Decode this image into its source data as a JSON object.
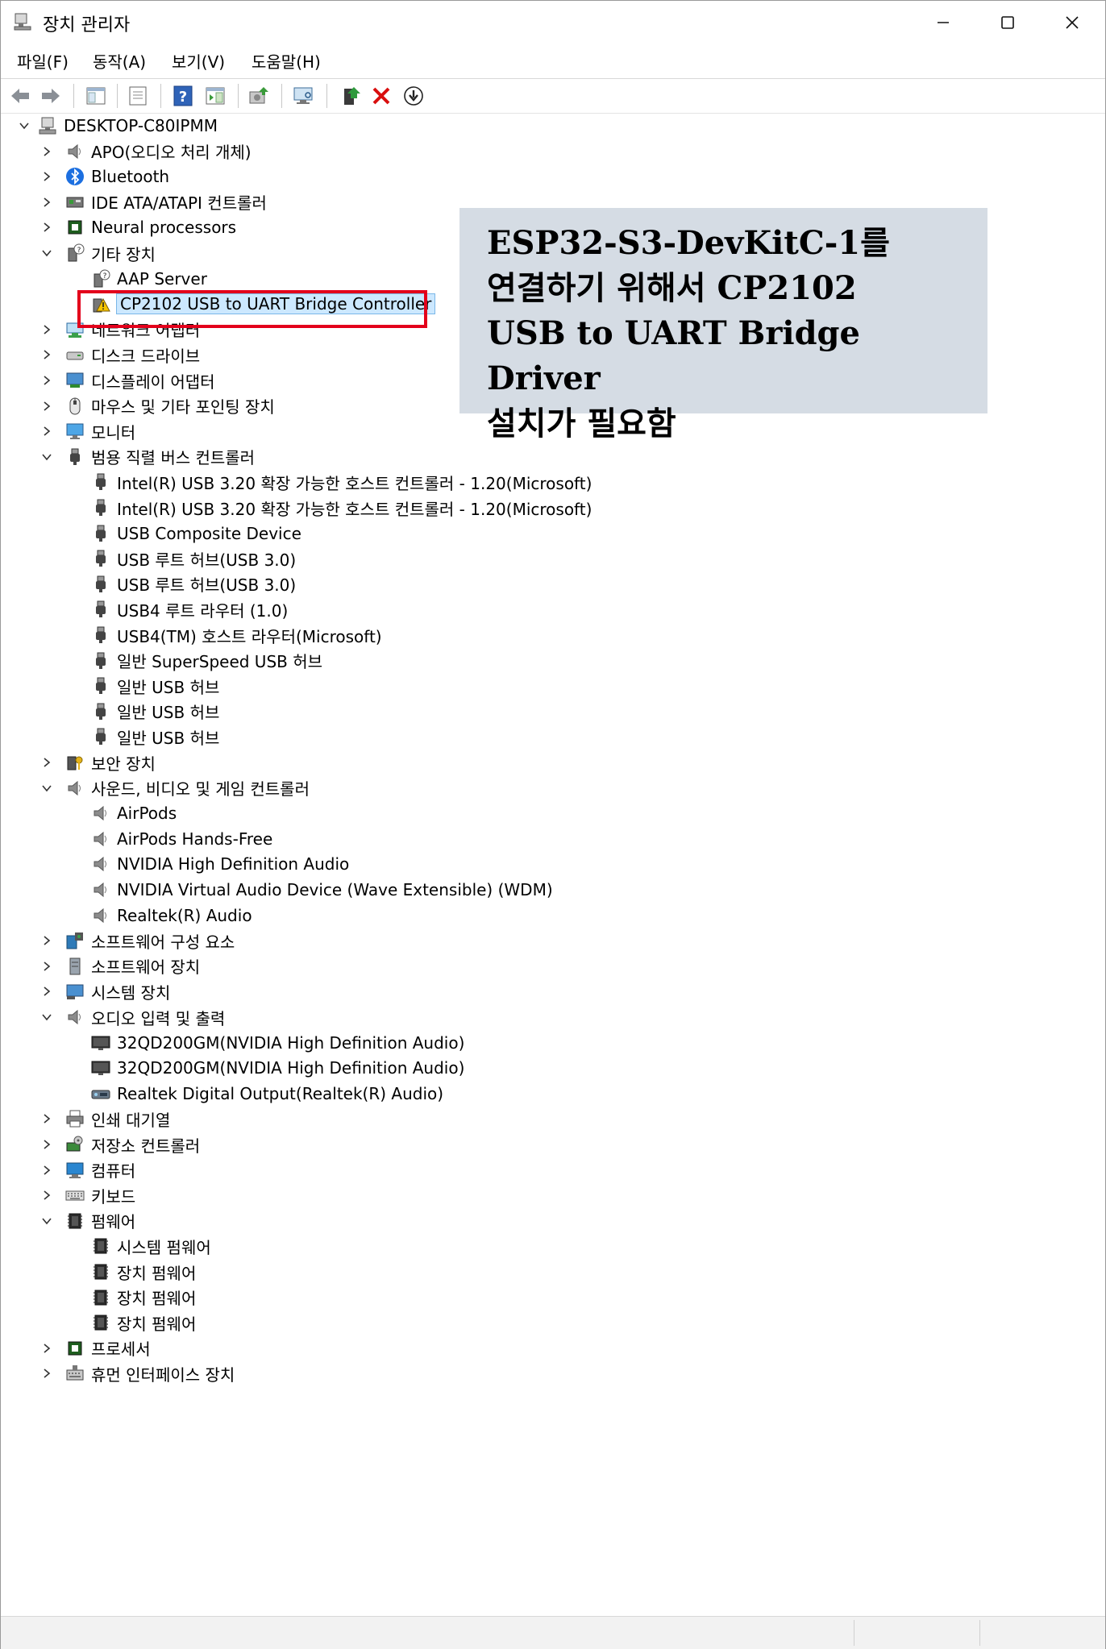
{
  "window": {
    "title": "장치 관리자",
    "controls": [
      "minimize",
      "maximize",
      "close"
    ]
  },
  "menu": [
    "파일(F)",
    "동작(A)",
    "보기(V)",
    "도움말(H)"
  ],
  "toolbar": [
    "back-icon",
    "forward-icon",
    "show-hide-tree-icon",
    "properties-icon",
    "help-icon",
    "action-pane-icon",
    "update-driver-icon",
    "scan-hardware-icon",
    "add-driver-icon",
    "uninstall-icon",
    "disable-device-icon"
  ],
  "tree": {
    "root": "DESKTOP-C80IPMM",
    "items": [
      {
        "label": "APO(오디오 처리 개체)",
        "level": 1,
        "expanded": false,
        "icon": "speaker-icon"
      },
      {
        "label": "Bluetooth",
        "level": 1,
        "expanded": false,
        "icon": "bluetooth-icon"
      },
      {
        "label": "IDE ATA/ATAPI 컨트롤러",
        "level": 1,
        "expanded": false,
        "icon": "ide-controller-icon"
      },
      {
        "label": "Neural processors",
        "level": 1,
        "expanded": false,
        "icon": "chip-icon"
      },
      {
        "label": "기타 장치",
        "level": 1,
        "expanded": true,
        "icon": "unknown-device-icon"
      },
      {
        "label": "AAP Server",
        "level": 2,
        "icon": "unknown-device-icon"
      },
      {
        "label": "CP2102 USB to UART Bridge Controller",
        "level": 2,
        "icon": "warning-device-icon",
        "selected": true
      },
      {
        "label": "네트워크 어댑터",
        "level": 1,
        "expanded": false,
        "icon": "network-icon"
      },
      {
        "label": "디스크 드라이브",
        "level": 1,
        "expanded": false,
        "icon": "disk-icon"
      },
      {
        "label": "디스플레이 어댑터",
        "level": 1,
        "expanded": false,
        "icon": "display-adapter-icon"
      },
      {
        "label": "마우스 및 기타 포인팅 장치",
        "level": 1,
        "expanded": false,
        "icon": "mouse-icon"
      },
      {
        "label": "모니터",
        "level": 1,
        "expanded": false,
        "icon": "monitor-icon"
      },
      {
        "label": "범용 직렬 버스 컨트롤러",
        "level": 1,
        "expanded": true,
        "icon": "usb-icon"
      },
      {
        "label": "Intel(R) USB 3.20 확장 가능한 호스트 컨트롤러 - 1.20(Microsoft)",
        "level": 2,
        "icon": "usb-icon"
      },
      {
        "label": "Intel(R) USB 3.20 확장 가능한 호스트 컨트롤러 - 1.20(Microsoft)",
        "level": 2,
        "icon": "usb-icon"
      },
      {
        "label": "USB Composite Device",
        "level": 2,
        "icon": "usb-icon"
      },
      {
        "label": "USB 루트 허브(USB 3.0)",
        "level": 2,
        "icon": "usb-icon"
      },
      {
        "label": "USB 루트 허브(USB 3.0)",
        "level": 2,
        "icon": "usb-icon"
      },
      {
        "label": "USB4 루트 라우터 (1.0)",
        "level": 2,
        "icon": "usb-icon"
      },
      {
        "label": "USB4(TM) 호스트 라우터(Microsoft)",
        "level": 2,
        "icon": "usb-icon"
      },
      {
        "label": "일반 SuperSpeed USB 허브",
        "level": 2,
        "icon": "usb-icon"
      },
      {
        "label": "일반 USB 허브",
        "level": 2,
        "icon": "usb-icon"
      },
      {
        "label": "일반 USB 허브",
        "level": 2,
        "icon": "usb-icon"
      },
      {
        "label": "일반 USB 허브",
        "level": 2,
        "icon": "usb-icon"
      },
      {
        "label": "보안 장치",
        "level": 1,
        "expanded": false,
        "icon": "security-key-icon"
      },
      {
        "label": "사운드, 비디오 및 게임 컨트롤러",
        "level": 1,
        "expanded": true,
        "icon": "speaker-icon"
      },
      {
        "label": "AirPods",
        "level": 2,
        "icon": "speaker-icon"
      },
      {
        "label": "AirPods Hands-Free",
        "level": 2,
        "icon": "speaker-icon"
      },
      {
        "label": "NVIDIA High Definition Audio",
        "level": 2,
        "icon": "speaker-icon"
      },
      {
        "label": "NVIDIA Virtual Audio Device (Wave Extensible) (WDM)",
        "level": 2,
        "icon": "speaker-icon"
      },
      {
        "label": "Realtek(R) Audio",
        "level": 2,
        "icon": "speaker-icon"
      },
      {
        "label": "소프트웨어 구성 요소",
        "level": 1,
        "expanded": false,
        "icon": "software-component-icon"
      },
      {
        "label": "소프트웨어 장치",
        "level": 1,
        "expanded": false,
        "icon": "software-device-icon"
      },
      {
        "label": "시스템 장치",
        "level": 1,
        "expanded": false,
        "icon": "system-device-icon"
      },
      {
        "label": "오디오 입력 및 출력",
        "level": 1,
        "expanded": true,
        "icon": "speaker-icon"
      },
      {
        "label": "32QD200GM(NVIDIA High Definition Audio)",
        "level": 2,
        "icon": "monitor-dark-icon"
      },
      {
        "label": "32QD200GM(NVIDIA High Definition Audio)",
        "level": 2,
        "icon": "monitor-dark-icon"
      },
      {
        "label": "Realtek Digital Output(Realtek(R) Audio)",
        "level": 2,
        "icon": "digital-output-icon"
      },
      {
        "label": "인쇄 대기열",
        "level": 1,
        "expanded": false,
        "icon": "printer-icon"
      },
      {
        "label": "저장소 컨트롤러",
        "level": 1,
        "expanded": false,
        "icon": "storage-controller-icon"
      },
      {
        "label": "컴퓨터",
        "level": 1,
        "expanded": false,
        "icon": "computer-icon"
      },
      {
        "label": "키보드",
        "level": 1,
        "expanded": false,
        "icon": "keyboard-icon"
      },
      {
        "label": "펌웨어",
        "level": 1,
        "expanded": true,
        "icon": "firmware-icon"
      },
      {
        "label": "시스템 펌웨어",
        "level": 2,
        "icon": "firmware-icon"
      },
      {
        "label": "장치 펌웨어",
        "level": 2,
        "icon": "firmware-icon"
      },
      {
        "label": "장치 펌웨어",
        "level": 2,
        "icon": "firmware-icon"
      },
      {
        "label": "장치 펌웨어",
        "level": 2,
        "icon": "firmware-icon"
      },
      {
        "label": "프로세서",
        "level": 1,
        "expanded": false,
        "icon": "chip-icon"
      },
      {
        "label": "휴먼 인터페이스 장치",
        "level": 1,
        "expanded": false,
        "icon": "hid-icon"
      }
    ]
  },
  "callout": {
    "text": "ESP32-S3-DevKitC-1를\n연결하기 위해서 CP2102\nUSB to UART Bridge Driver\n설치가 필요함"
  },
  "colors": {
    "highlight_border": "#e3001b",
    "callout_bg": "#d5dce4",
    "selection_bg": "#cce8ff"
  }
}
